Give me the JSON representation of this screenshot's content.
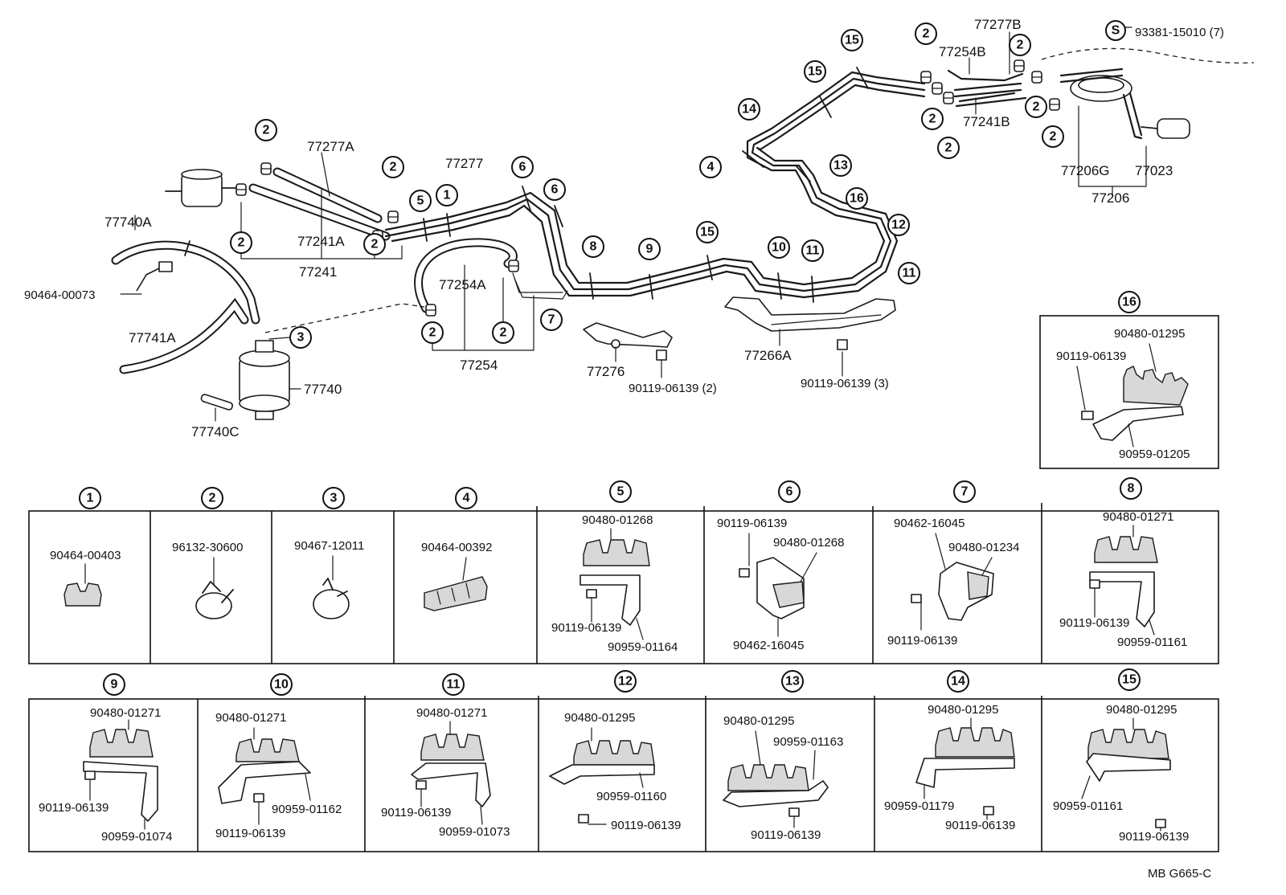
{
  "upper_labels": [
    {
      "id": "l-77277a",
      "text": "77277A"
    },
    {
      "id": "l-77277",
      "text": "77277"
    },
    {
      "id": "l-77740a",
      "text": "77740A"
    },
    {
      "id": "l-77241a",
      "text": "77241A"
    },
    {
      "id": "l-77241",
      "text": "77241"
    },
    {
      "id": "l-90464-00073",
      "text": "90464-00073"
    },
    {
      "id": "l-77741a",
      "text": "77741A"
    },
    {
      "id": "l-77740",
      "text": "77740"
    },
    {
      "id": "l-77740c",
      "text": "77740C"
    },
    {
      "id": "l-77254a",
      "text": "77254A"
    },
    {
      "id": "l-77254",
      "text": "77254"
    },
    {
      "id": "l-77276",
      "text": "77276"
    },
    {
      "id": "l-90119-06139-2",
      "text": "90119-06139 (2)"
    },
    {
      "id": "l-77266a",
      "text": "77266A"
    },
    {
      "id": "l-90119-06139-3",
      "text": "90119-06139 (3)"
    },
    {
      "id": "l-77277b",
      "text": "77277B"
    },
    {
      "id": "l-77254b",
      "text": "77254B"
    },
    {
      "id": "l-77241b",
      "text": "77241B"
    },
    {
      "id": "l-93381",
      "text": "93381-15010 (7)"
    },
    {
      "id": "l-77206g",
      "text": "77206G"
    },
    {
      "id": "l-77023",
      "text": "77023"
    },
    {
      "id": "l-77206",
      "text": "77206"
    }
  ],
  "callout_numbers": {
    "n1": "1",
    "n2": "2",
    "n3": "3",
    "n4": "4",
    "n5": "5",
    "n6": "6",
    "n7": "7",
    "n8": "8",
    "n9": "9",
    "n10": "10",
    "n11": "11",
    "n12": "12",
    "n13": "13",
    "n14": "14",
    "n15": "15",
    "n16": "16",
    "s": "S"
  },
  "detail_16": {
    "number": "16",
    "parts": [
      "90480-01295",
      "90119-06139",
      "90959-01205"
    ]
  },
  "detail_boxes_row1": [
    {
      "number": "1",
      "parts": [
        "90464-00403"
      ]
    },
    {
      "number": "2",
      "parts": [
        "96132-30600"
      ]
    },
    {
      "number": "3",
      "parts": [
        "90467-12011"
      ]
    },
    {
      "number": "4",
      "parts": [
        "90464-00392"
      ]
    },
    {
      "number": "5",
      "parts": [
        "90480-01268",
        "90119-06139",
        "90959-01164"
      ]
    },
    {
      "number": "6",
      "parts": [
        "90119-06139",
        "90480-01268",
        "90462-16045"
      ]
    },
    {
      "number": "7",
      "parts": [
        "90462-16045",
        "90480-01234",
        "90119-06139"
      ]
    },
    {
      "number": "8",
      "parts": [
        "90480-01271",
        "90119-06139",
        "90959-01161"
      ]
    }
  ],
  "detail_boxes_row2": [
    {
      "number": "9",
      "parts": [
        "90480-01271",
        "90119-06139",
        "90959-01074"
      ]
    },
    {
      "number": "10",
      "parts": [
        "90480-01271",
        "90959-01162",
        "90119-06139"
      ]
    },
    {
      "number": "11",
      "parts": [
        "90480-01271",
        "90119-06139",
        "90959-01073"
      ]
    },
    {
      "number": "12",
      "parts": [
        "90480-01295",
        "90959-01160",
        "90119-06139"
      ]
    },
    {
      "number": "13",
      "parts": [
        "90480-01295",
        "90959-01163",
        "90119-06139"
      ]
    },
    {
      "number": "14",
      "parts": [
        "90480-01295",
        "90959-01179",
        "90119-06139"
      ]
    },
    {
      "number": "15",
      "parts": [
        "90480-01295",
        "90959-01161",
        "90119-06139"
      ]
    }
  ],
  "footer_code": "MB  G665-C"
}
